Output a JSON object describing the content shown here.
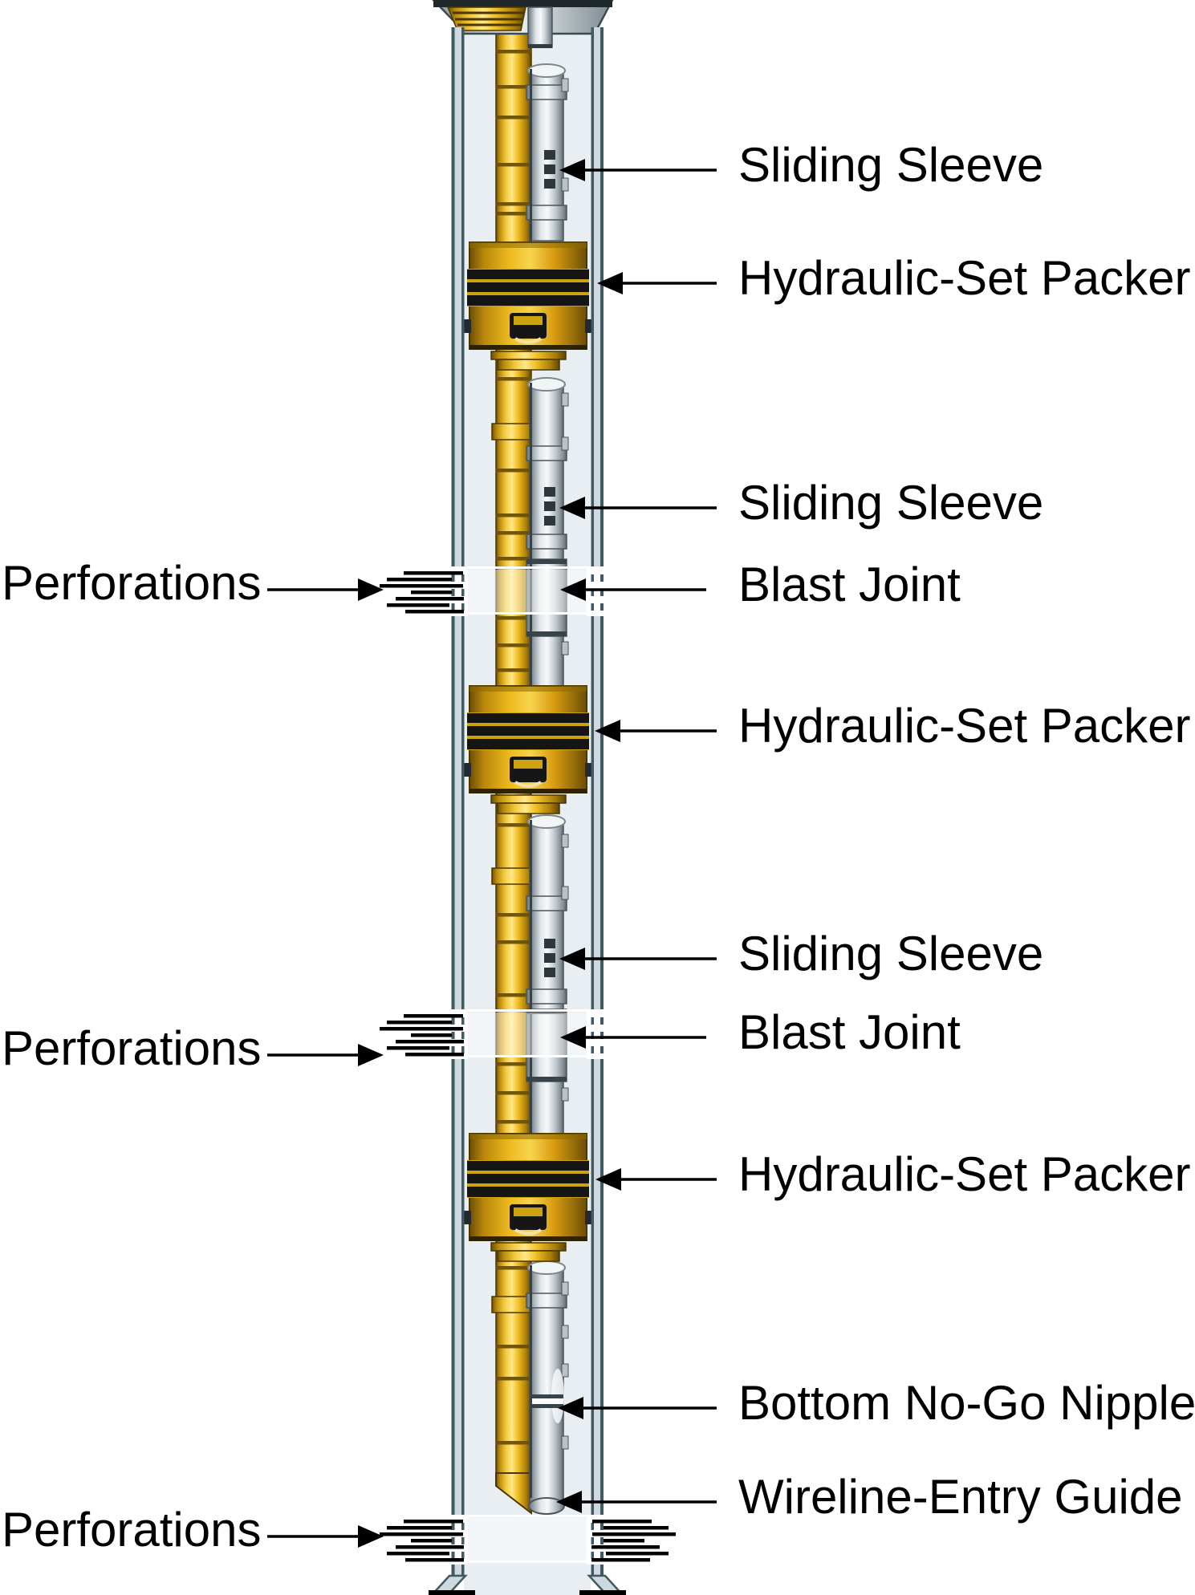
{
  "figure": {
    "kind": "well-completion-schematic",
    "background": "#ffffff"
  },
  "colors": {
    "tubing_gold": "#f2c12c",
    "tubing_gold_dark": "#6b5005",
    "sleeve_silver": "#dfe4e7",
    "casing_line": "#3f5a63",
    "casing_interior": "#e9eef2",
    "packer_seal_black": "#151515",
    "label_text": "#000000",
    "arrow": "#000000"
  },
  "labels": {
    "right": [
      {
        "text": "Sliding Sleeve"
      },
      {
        "text": "Hydraulic-Set Packer"
      },
      {
        "text": "Sliding Sleeve"
      },
      {
        "text": "Blast Joint"
      },
      {
        "text": "Hydraulic-Set Packer"
      },
      {
        "text": "Sliding Sleeve"
      },
      {
        "text": "Blast Joint"
      },
      {
        "text": "Hydraulic-Set Packer"
      },
      {
        "text": "Bottom No-Go Nipple"
      },
      {
        "text": "Wireline-Entry Guide"
      }
    ],
    "left": [
      {
        "text": "Perforations"
      },
      {
        "text": "Perforations"
      },
      {
        "text": "Perforations"
      }
    ]
  }
}
